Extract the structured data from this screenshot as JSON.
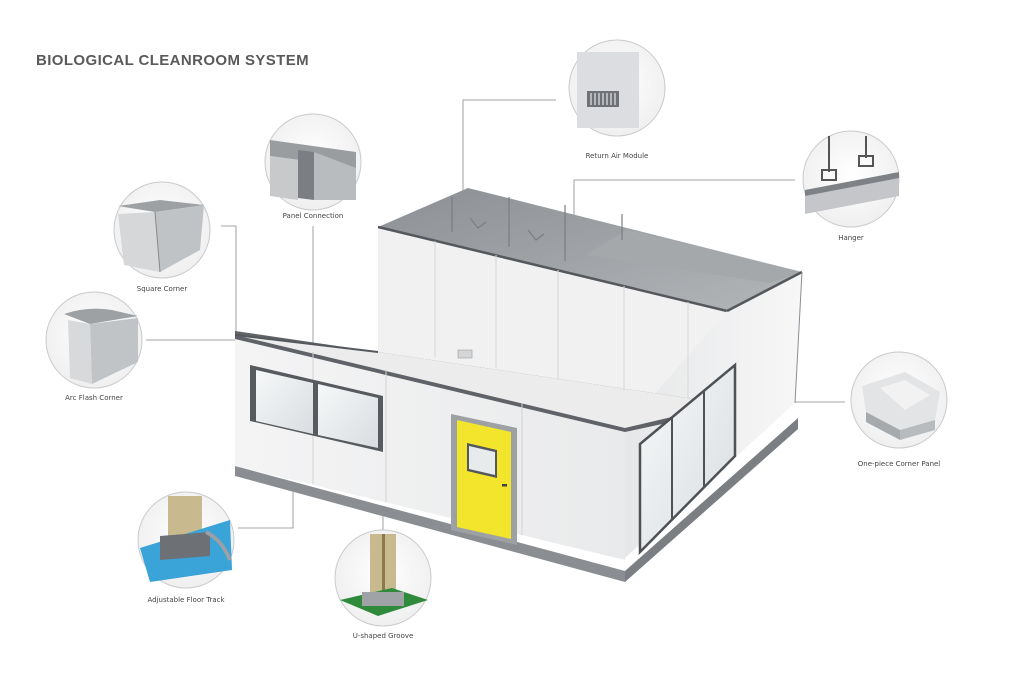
{
  "title": "BIOLOGICAL CLEANROOM SYSTEM",
  "callouts": {
    "return_air_module": "Return Air Module",
    "panel_connection": "Panel Connection",
    "hanger": "Hanger",
    "square_corner": "Square Corner",
    "arc_flash_corner": "Arc Flash Corner",
    "one_piece_corner_panel": "One-piece Corner Panel",
    "adjustable_floor_track": "Adjustable Floor Track",
    "u_shaped_groove": "U-shaped Groove"
  },
  "colors": {
    "door": "#f2e52b",
    "panel": "#f3f3f4",
    "frame": "#6e7175",
    "floor_track_base": "#3aa3d8",
    "u_groove_base": "#2f8a3c"
  }
}
